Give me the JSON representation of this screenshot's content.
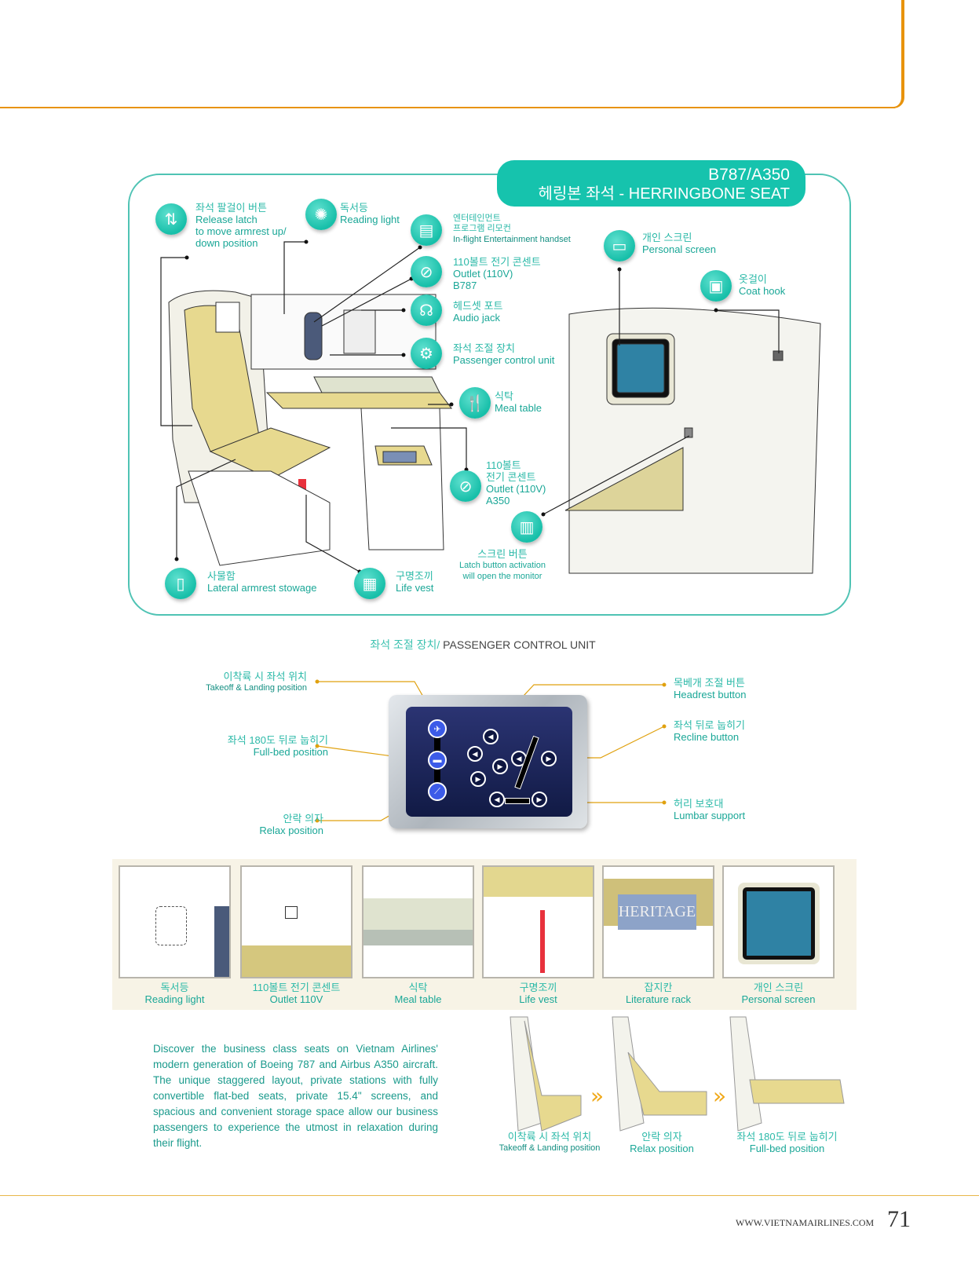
{
  "header": {
    "models": "B787/A350",
    "title_kr": "헤링본 좌석",
    "title_en": "HERRINGBONE SEAT",
    "sep": " - "
  },
  "callouts": {
    "release_latch": {
      "kr": "좌석 팔걸이 버튼",
      "en1": "Release latch",
      "en2": "to move armrest up/",
      "en3": "down position",
      "icon": "arrows-updown-icon"
    },
    "reading_light": {
      "kr": "독서등",
      "en": "Reading light",
      "icon": "lightbulb-icon"
    },
    "ife_handset": {
      "kr1": "엔터테인먼트",
      "kr2": "프로그램 리모컨",
      "en": "In-flight Entertainment handset",
      "icon": "clapperboard-icon"
    },
    "outlet_b787": {
      "kr": "110볼트 전기 콘센트",
      "en": "Outlet (110V)",
      "model": "B787",
      "icon": "plug-icon"
    },
    "audio_jack": {
      "kr": "헤드셋 포트",
      "en": "Audio jack",
      "icon": "headphones-icon"
    },
    "pcu": {
      "kr": "좌석 조절 장치",
      "en": "Passenger control unit",
      "icon": "gear-icon"
    },
    "meal_table": {
      "kr": "식탁",
      "en": "Meal table",
      "icon": "cutlery-icon"
    },
    "outlet_a350": {
      "kr1": "110볼트",
      "kr2": "전기 콘센트",
      "en": "Outlet (110V)",
      "model": "A350",
      "icon": "plug-icon"
    },
    "screen_button": {
      "kr": "스크린 버튼",
      "en1": "Latch button activation",
      "en2": "will open the monitor",
      "icon": "latch-button-icon"
    },
    "personal_screen": {
      "kr": "개인 스크린",
      "en": "Personal screen",
      "icon": "screen-icon"
    },
    "coat_hook": {
      "kr": "옷걸이",
      "en": "Coat hook",
      "icon": "hook-icon"
    },
    "stowage": {
      "kr": "사물함",
      "en": "Lateral armrest stowage",
      "icon": "stowage-icon"
    },
    "life_vest": {
      "kr": "구명조끼",
      "en": "Life vest",
      "icon": "life-vest-icon"
    }
  },
  "pcu_section": {
    "title_kr": "좌석 조절 장치/",
    "title_en": " PASSENGER CONTROL UNIT",
    "labels": {
      "takeoff": {
        "kr": "이착륙 시 좌석 위치",
        "en": "Takeoff & Landing position"
      },
      "fullbed": {
        "kr": "좌석 180도 뒤로 눕히기",
        "en": "Full-bed position"
      },
      "relax": {
        "kr": "안락 의자",
        "en": "Relax position"
      },
      "headrest": {
        "kr": "목베개 조절 버튼",
        "en": "Headrest button"
      },
      "recline": {
        "kr": "좌석 뒤로 눕히기",
        "en": "Recline button"
      },
      "lumbar": {
        "kr": "허리 보호대",
        "en": "Lumbar support"
      }
    }
  },
  "features": [
    {
      "kr": "독서등",
      "en": "Reading light"
    },
    {
      "kr": "110볼트 전기 콘센트",
      "en": "Outlet 110V"
    },
    {
      "kr": "식탁",
      "en": "Meal table"
    },
    {
      "kr": "구명조끼",
      "en": "Life vest"
    },
    {
      "kr": "잡지칸",
      "en": "Literature rack"
    },
    {
      "kr": "개인 스크린",
      "en": "Personal screen"
    }
  ],
  "thumb_text": {
    "heritage": "HERITAGE"
  },
  "description": "Discover the business class seats on Vietnam Airlines' modern generation of Boeing 787 and Airbus A350 aircraft. The unique staggered layout, private stations with fully convertible flat-bed seats, private 15.4\" screens, and spacious and convenient storage space allow our business passengers to experience the utmost in relaxation during their flight.",
  "positions": [
    {
      "kr": "이착륙 시 좌석 위치",
      "en": "Takeoff & Landing position"
    },
    {
      "kr": "안락 의자",
      "en": "Relax position"
    },
    {
      "kr": "좌석 180도 뒤로 눕히기",
      "en": "Full-bed position"
    }
  ],
  "footer": {
    "url": "WWW.VIETNAMAIRLINES.COM",
    "page": "71"
  },
  "colors": {
    "teal": "#16c3ad",
    "orange": "#e8930c",
    "seat": "#e6d98a"
  }
}
